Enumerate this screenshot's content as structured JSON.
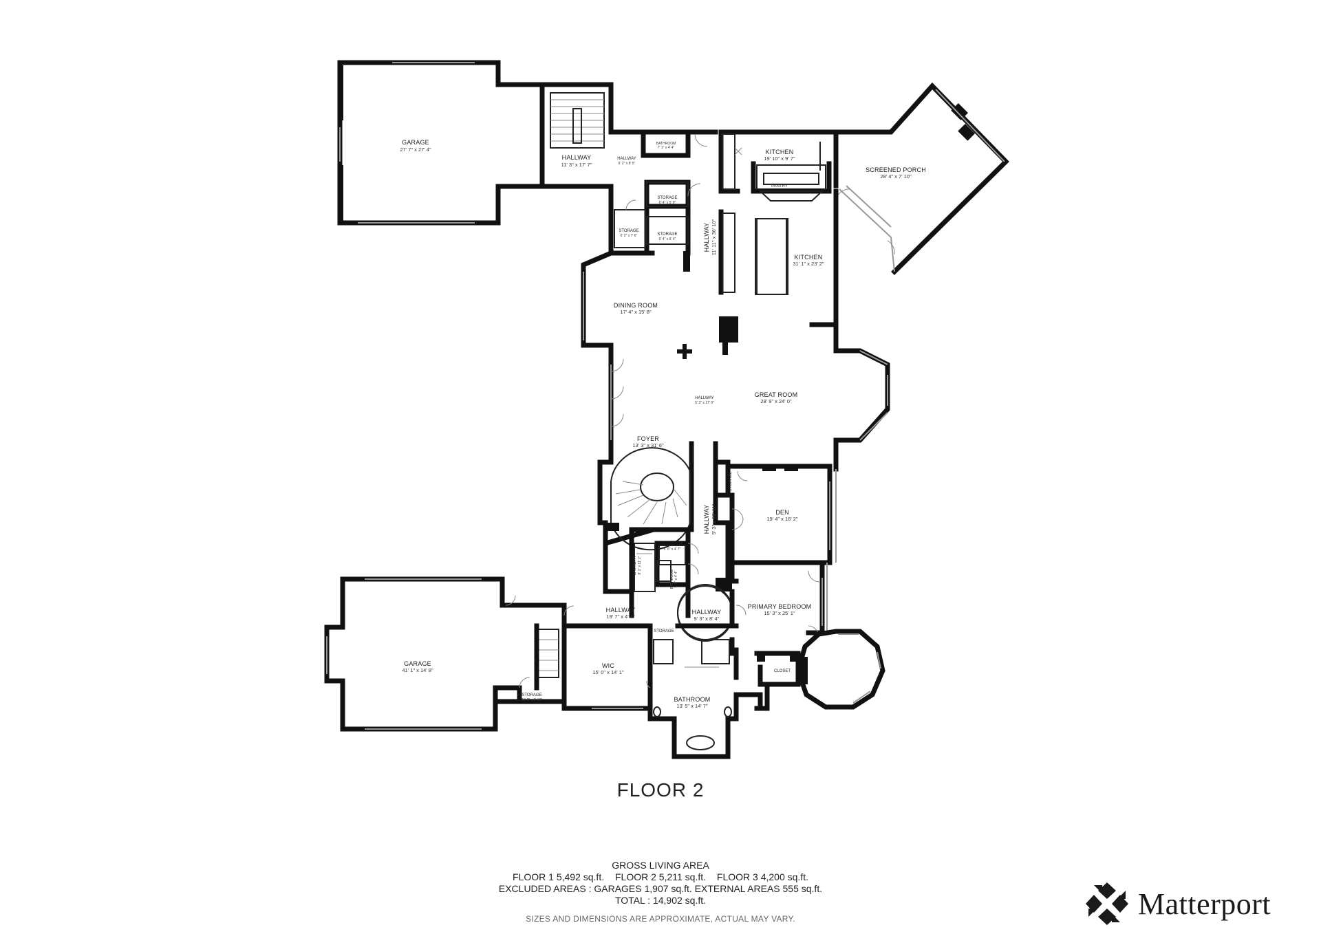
{
  "floor_title": "FLOOR 2",
  "rooms": [
    {
      "id": "garage-north",
      "name": "GARAGE",
      "dims": "27' 7\" x 27' 4\""
    },
    {
      "id": "hallway-stair",
      "name": "HALLWAY",
      "dims": "11' 3\" x 17' 7\""
    },
    {
      "id": "hallway-small",
      "name": "HALLWAY",
      "dims": "6' 2\" x 8' 5\""
    },
    {
      "id": "bathroom-small",
      "name": "BATHROOM",
      "dims": "7' 1\" x 4' 4\""
    },
    {
      "id": "storage-a",
      "name": "STORAGE",
      "dims": "6' 4\" x 5' 9\""
    },
    {
      "id": "storage-b",
      "name": "STORAGE",
      "dims": "6' 2\" x 7' 6\""
    },
    {
      "id": "storage-c",
      "name": "STORAGE",
      "dims": "6' 4\" x 6' 4\""
    },
    {
      "id": "hallway-long",
      "name": "HALLWAY",
      "dims": "11' 11\" x 36' 10\""
    },
    {
      "id": "kitchen-upper",
      "name": "KITCHEN",
      "dims": "19' 10\" x 9' 7\""
    },
    {
      "id": "pantry",
      "name": "PANTRY",
      "dims": ""
    },
    {
      "id": "kitchen",
      "name": "KITCHEN",
      "dims": "31' 1\" x 23' 2\""
    },
    {
      "id": "screened-porch",
      "name": "SCREENED PORCH",
      "dims": "28' 4\" x 7' 10\""
    },
    {
      "id": "dining-room",
      "name": "DINING ROOM",
      "dims": "17' 4\" x 15' 8\""
    },
    {
      "id": "hallway-center",
      "name": "HALLWAY",
      "dims": "5' 3\" x 17' 0\""
    },
    {
      "id": "great-room",
      "name": "GREAT ROOM",
      "dims": "28' 9\" x 24' 0\""
    },
    {
      "id": "foyer",
      "name": "FOYER",
      "dims": "13' 3\" x 31' 6\""
    },
    {
      "id": "storage-den",
      "name": "STORAGE",
      "dims": ""
    },
    {
      "id": "hallway-den",
      "name": "HALLWAY",
      "dims": "5' 3\" x 23' 11\""
    },
    {
      "id": "den",
      "name": "DEN",
      "dims": "19' 4\" x 16' 2\""
    },
    {
      "id": "laundry",
      "name": "LAUNDRY",
      "dims": "8' 1\" x 11' 2\""
    },
    {
      "id": "elevator",
      "name": "ELEVATOR",
      "dims": "5' 0\" x 4' 7\""
    },
    {
      "id": "bathroom-mid",
      "name": "BATHROOM",
      "dims": "5' 0\" x 4' 4\""
    },
    {
      "id": "hallway-west",
      "name": "HALLWAY",
      "dims": "19' 7\" x 4' 4\""
    },
    {
      "id": "hallway-round",
      "name": "HALLWAY",
      "dims": "9' 3\" x 8' 4\""
    },
    {
      "id": "primary-bedroom",
      "name": "PRIMARY BEDROOM",
      "dims": "15' 3\" x 25' 1\""
    },
    {
      "id": "storage-bath",
      "name": "STORAGE",
      "dims": ""
    },
    {
      "id": "garage-south",
      "name": "GARAGE",
      "dims": "41' 1\" x 14' 8\""
    },
    {
      "id": "storage-garage",
      "name": "STORAGE",
      "dims": "11' 2\" x 3' 10\""
    },
    {
      "id": "wic",
      "name": "WIC",
      "dims": "15' 0\" x 14' 1\""
    },
    {
      "id": "closet",
      "name": "CLOSET",
      "dims": ""
    },
    {
      "id": "bathroom-primary",
      "name": "BATHROOM",
      "dims": "13' 5\" x 14' 7\""
    }
  ],
  "summary": {
    "heading": "GROSS LIVING AREA",
    "floor1": "FLOOR 1 5,492 sq.ft.",
    "floor2": "FLOOR 2 5,211 sq.ft.",
    "floor3": "FLOOR 3 4,200 sq.ft.",
    "excluded": "EXCLUDED AREAS :  GARAGES 1,907 sq.ft.   EXTERNAL AREAS 555 sq.ft.",
    "total": "TOTAL :  14,902 sq.ft."
  },
  "disclaimer": "SIZES AND DIMENSIONS ARE APPROXIMATE, ACTUAL MAY VARY.",
  "brand": {
    "name": "Matterport",
    "icon": "matterport-logo-icon"
  }
}
